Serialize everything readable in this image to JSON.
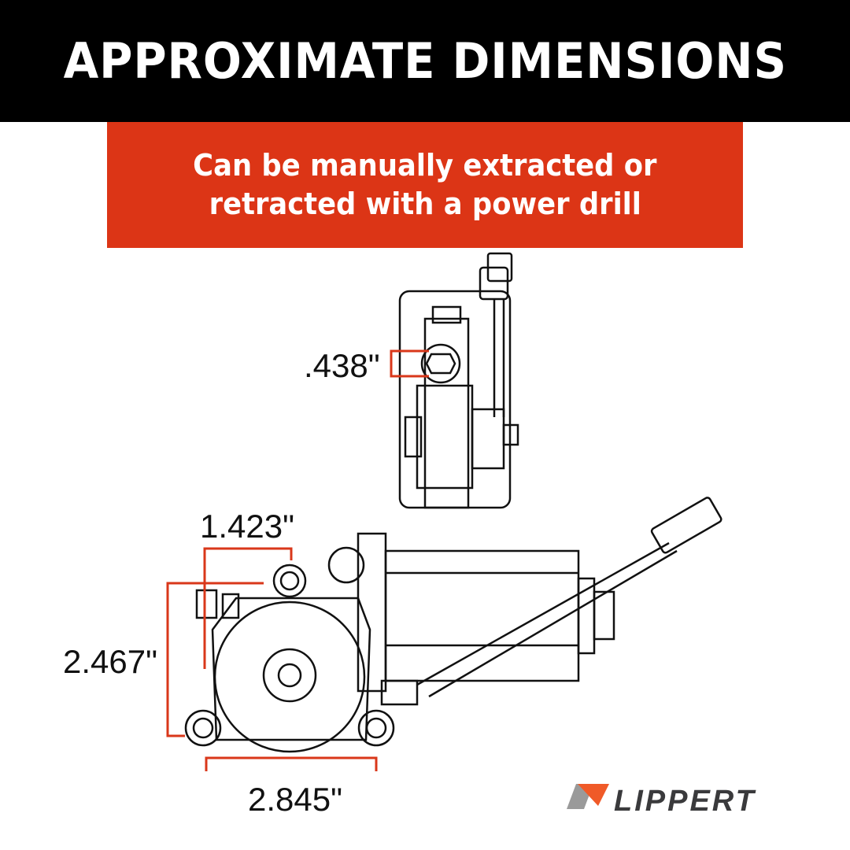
{
  "header": {
    "title": "APPROXIMATE DIMENSIONS"
  },
  "banner": {
    "line1": "Can be manually extracted or",
    "line2": "retracted with a power drill"
  },
  "dimensions": {
    "shaft": ".438\"",
    "width_top": "1.423\"",
    "height": "2.467\"",
    "width_bottom": "2.845\""
  },
  "logo": {
    "text": "LIPPERT",
    "colors": {
      "orange": "#f05a28",
      "gray": "#9a9a9a",
      "dark": "#3a3a3c"
    }
  },
  "colors": {
    "header_bg": "#000000",
    "banner_bg": "#dc3516",
    "dimension_line": "#d9371a"
  }
}
